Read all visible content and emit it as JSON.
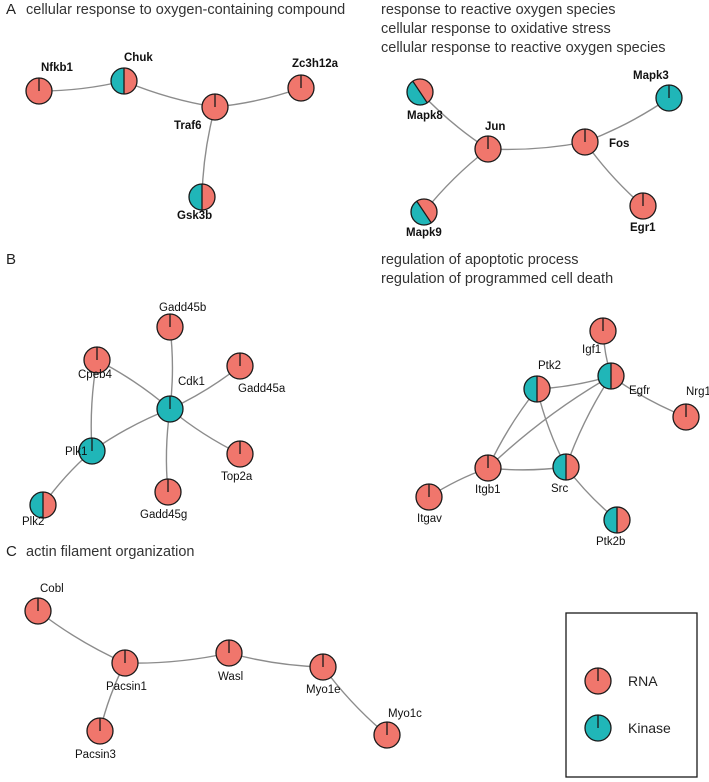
{
  "colors": {
    "rna": "#f0766c",
    "kinase": "#20b6b8"
  },
  "panels": [
    {
      "letter": "A",
      "titles": [
        "cellular response to oxygen-containing compound"
      ]
    },
    {
      "letter": "",
      "titles": [
        "response to reactive oxygen species",
        "cellular response to oxidative stress",
        "cellular response to reactive oxygen species"
      ]
    },
    {
      "letter": "B",
      "titles": [
        "regulation of apoptotic process",
        "regulation of programmed cell death"
      ]
    },
    {
      "letter": "C",
      "titles": [
        "actin filament organization"
      ]
    }
  ],
  "networks": [
    {
      "bold": true,
      "nodes": [
        {
          "id": "Nfkb1",
          "label": "Nfkb1",
          "type": "rna"
        },
        {
          "id": "Chuk",
          "label": "Chuk",
          "type": "split"
        },
        {
          "id": "Traf6",
          "label": "Traf6",
          "type": "rna"
        },
        {
          "id": "Zc3h12a",
          "label": "Zc3h12a",
          "type": "rna"
        },
        {
          "id": "Gsk3b",
          "label": "Gsk3b",
          "type": "split"
        }
      ],
      "edges": [
        [
          "Nfkb1",
          "Chuk"
        ],
        [
          "Chuk",
          "Traf6"
        ],
        [
          "Traf6",
          "Zc3h12a"
        ],
        [
          "Traf6",
          "Gsk3b"
        ]
      ]
    },
    {
      "bold": true,
      "nodes": [
        {
          "id": "Mapk8",
          "label": "Mapk8",
          "type": "split-diag"
        },
        {
          "id": "Jun",
          "label": "Jun",
          "type": "rna"
        },
        {
          "id": "Fos",
          "label": "Fos",
          "type": "rna"
        },
        {
          "id": "Mapk3",
          "label": "Mapk3",
          "type": "kinase"
        },
        {
          "id": "Mapk9",
          "label": "Mapk9",
          "type": "split-diag"
        },
        {
          "id": "Egr1",
          "label": "Egr1",
          "type": "rna"
        }
      ],
      "edges": [
        [
          "Mapk8",
          "Jun"
        ],
        [
          "Jun",
          "Fos"
        ],
        [
          "Fos",
          "Mapk3"
        ],
        [
          "Jun",
          "Mapk9"
        ],
        [
          "Fos",
          "Egr1"
        ]
      ]
    },
    {
      "bold": false,
      "nodes": [
        {
          "id": "Gadd45b",
          "label": "Gadd45b",
          "type": "rna"
        },
        {
          "id": "Cpeb4",
          "label": "Cpeb4",
          "type": "rna"
        },
        {
          "id": "Cdk1",
          "label": "Cdk1",
          "type": "kinase"
        },
        {
          "id": "Gadd45a",
          "label": "Gadd45a",
          "type": "rna"
        },
        {
          "id": "Plk1",
          "label": "Plk1",
          "type": "kinase"
        },
        {
          "id": "Top2a",
          "label": "Top2a",
          "type": "rna"
        },
        {
          "id": "Gadd45g",
          "label": "Gadd45g",
          "type": "rna"
        },
        {
          "id": "Plk2",
          "label": "Plk2",
          "type": "split"
        }
      ],
      "edges": [
        [
          "Cdk1",
          "Gadd45b"
        ],
        [
          "Cdk1",
          "Cpeb4"
        ],
        [
          "Cdk1",
          "Gadd45a"
        ],
        [
          "Cdk1",
          "Plk1"
        ],
        [
          "Cdk1",
          "Top2a"
        ],
        [
          "Cdk1",
          "Gadd45g"
        ],
        [
          "Cpeb4",
          "Plk1"
        ],
        [
          "Plk1",
          "Plk2"
        ]
      ]
    },
    {
      "bold": false,
      "nodes": [
        {
          "id": "Igf1",
          "label": "Igf1",
          "type": "rna"
        },
        {
          "id": "Ptk2",
          "label": "Ptk2",
          "type": "split"
        },
        {
          "id": "Egfr",
          "label": "Egfr",
          "type": "split"
        },
        {
          "id": "Nrg1",
          "label": "Nrg1",
          "type": "rna"
        },
        {
          "id": "Itgb1",
          "label": "Itgb1",
          "type": "rna"
        },
        {
          "id": "Src",
          "label": "Src",
          "type": "split"
        },
        {
          "id": "Itgav",
          "label": "Itgav",
          "type": "rna"
        },
        {
          "id": "Ptk2b",
          "label": "Ptk2b",
          "type": "split"
        }
      ],
      "edges": [
        [
          "Igf1",
          "Egfr"
        ],
        [
          "Ptk2",
          "Egfr"
        ],
        [
          "Egfr",
          "Nrg1"
        ],
        [
          "Ptk2",
          "Itgb1"
        ],
        [
          "Ptk2",
          "Src"
        ],
        [
          "Egfr",
          "Src"
        ],
        [
          "Egfr",
          "Itgb1"
        ],
        [
          "Itgb1",
          "Src"
        ],
        [
          "Itgb1",
          "Itgav"
        ],
        [
          "Src",
          "Ptk2b"
        ]
      ]
    },
    {
      "bold": false,
      "nodes": [
        {
          "id": "Cobl",
          "label": "Cobl",
          "type": "rna"
        },
        {
          "id": "Pacsin1",
          "label": "Pacsin1",
          "type": "rna"
        },
        {
          "id": "Wasl",
          "label": "Wasl",
          "type": "rna"
        },
        {
          "id": "Myo1e",
          "label": "Myo1e",
          "type": "rna"
        },
        {
          "id": "Myo1c",
          "label": "Myo1c",
          "type": "rna"
        },
        {
          "id": "Pacsin3",
          "label": "Pacsin3",
          "type": "rna"
        }
      ],
      "edges": [
        [
          "Cobl",
          "Pacsin1"
        ],
        [
          "Pacsin1",
          "Wasl"
        ],
        [
          "Wasl",
          "Myo1e"
        ],
        [
          "Myo1e",
          "Myo1c"
        ],
        [
          "Pacsin1",
          "Pacsin3"
        ]
      ]
    }
  ],
  "legend": [
    {
      "label": "RNA",
      "type": "rna"
    },
    {
      "label": "Kinase",
      "type": "kinase"
    }
  ]
}
